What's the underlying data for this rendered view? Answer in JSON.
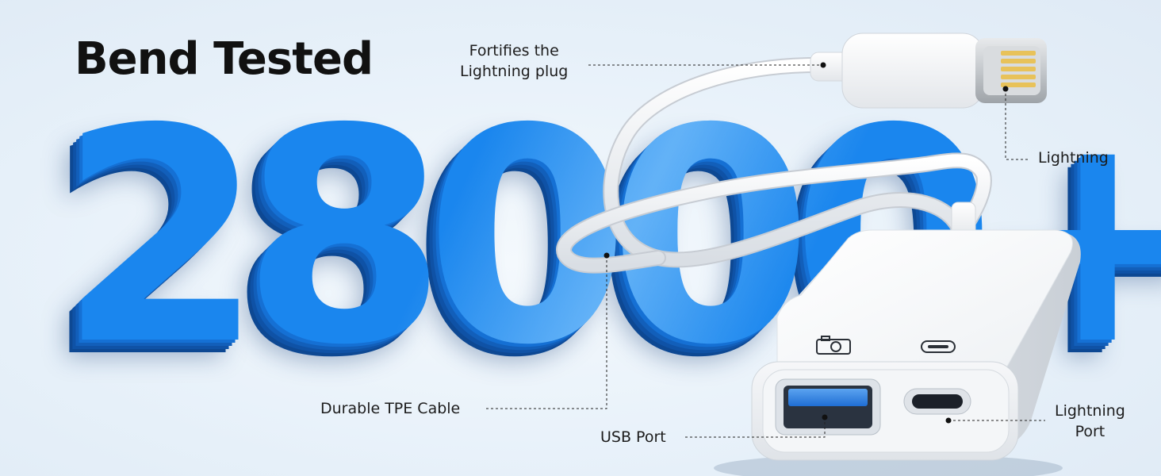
{
  "headline": "Bend Tested",
  "big_number": "28000+",
  "callouts": {
    "plug": "Fortifies the\nLightning plug",
    "lightning": "Lightning",
    "cable": "Durable TPE Cable",
    "usb": "USB Port",
    "lightning_port": "Lightning\nPort"
  },
  "icons": {
    "camera": "camera-icon",
    "lightning_port": "lightning-port-icon"
  },
  "colors": {
    "number_blue": "#1a86ee",
    "number_shadow": "#0d4893",
    "background": "#e6f0f9",
    "device_white": "#f7f8fa",
    "usb_blue": "#2f7fe0",
    "text": "#1c1c1c"
  }
}
